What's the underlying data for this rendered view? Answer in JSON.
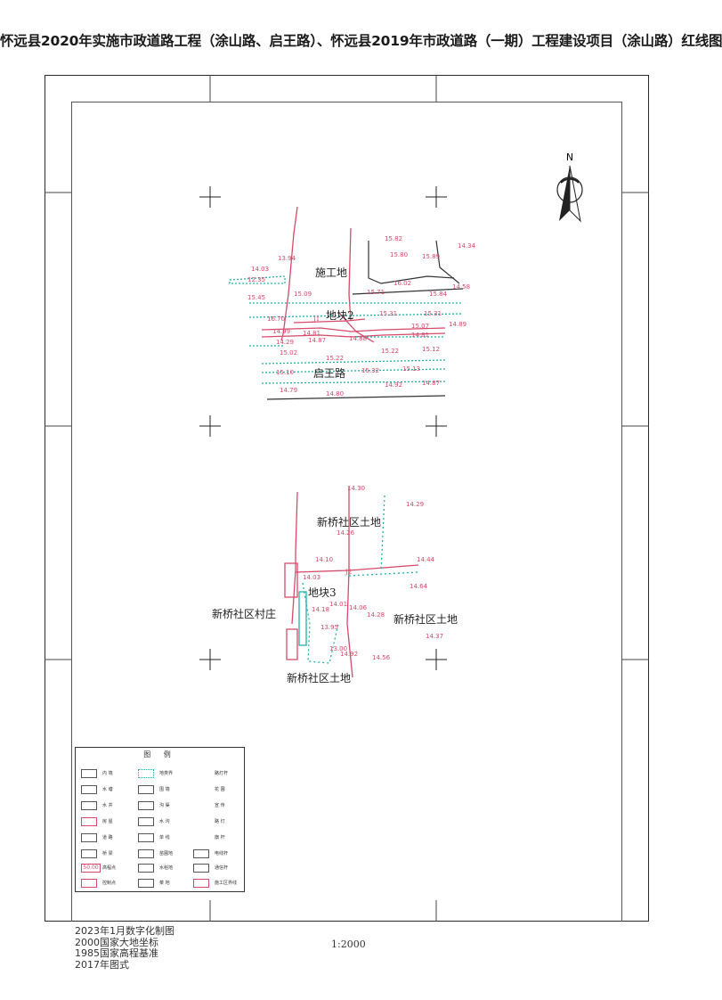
{
  "title": "怀远县2020年实施市政道路工程（涂山路、启王路）、怀远县2019年市政道路（一期）工程建设项目（涂山路）红线图",
  "north": "N",
  "map_labels": {
    "shigongdi": "施工地",
    "dikuai2": "地块2",
    "qiwanglu": "启王路",
    "j1": "J1",
    "j2": "J2",
    "xinqiao_tudi_top": "新桥社区土地",
    "xinqiao_cunzhuang": "新桥社区村庄",
    "dikuai3": "地块3",
    "xinqiao_tudi_right": "新桥社区土地",
    "xinqiao_tudi_bottom": "新桥社区土地"
  },
  "elevations_top": [
    "15.82",
    "14.34",
    "15.80",
    "15.89",
    "13.94",
    "14.03",
    "12.35",
    "15.09",
    "16.02",
    "14.58",
    "15.71",
    "15.84",
    "15.45",
    "15.31",
    "15.31",
    "16.70",
    "14.89",
    "14.99",
    "15.07",
    "14.81",
    "14.81",
    "14.87",
    "14.88",
    "14.29",
    "15.22",
    "15.12",
    "15.02",
    "15.22",
    "15.13",
    "15.10",
    "15.32",
    "14.92",
    "14.87",
    "14.79",
    "14.80"
  ],
  "elevations_bottom": [
    "14.30",
    "14.29",
    "14.26",
    "14.44",
    "14.10",
    "14.03",
    "14.64",
    "14.18",
    "14.01",
    "14.06",
    "14.28",
    "13.95",
    "14.37",
    "13.00",
    "14.92",
    "14.56"
  ],
  "legend": {
    "title": "图 例",
    "items": [
      "内 墙",
      "水 塘",
      "水 井",
      "房 屋",
      "道 路",
      "桥 梁",
      "高程点",
      "控制点",
      "地类界",
      "围 墙",
      "沟 渠",
      "水 沟",
      "单 线",
      "苗圃地",
      "水稻地",
      "菜 地",
      "路灯杆",
      "花 圃",
      "宣 传",
      "路 灯",
      "旗 杆",
      "电线杆",
      "通信杆",
      "施工区界线"
    ],
    "sample_value": "50.00"
  },
  "footer": {
    "line1": "2023年1月数字化制图",
    "line2": "2000国家大地坐标",
    "line3": "1985国家高程基准",
    "line4": "2017年图式",
    "scale": "1:2000"
  },
  "colors": {
    "road_red": "#d64a6a",
    "cyan": "#20b0a8",
    "black": "#222222"
  }
}
